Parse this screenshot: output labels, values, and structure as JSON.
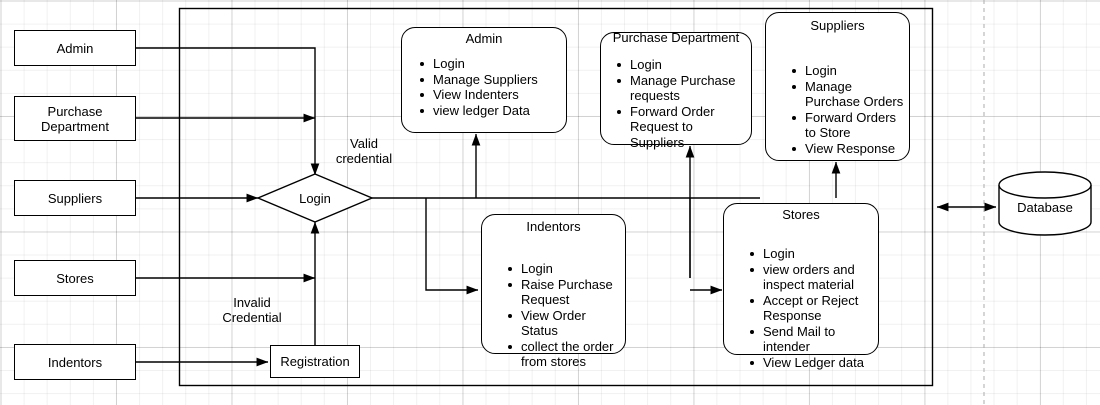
{
  "diagram": {
    "title": "Inventory / Purchase Management System Architecture",
    "type": "flowchart",
    "background": "#ffffff",
    "line_color": "#000000"
  },
  "actors": [
    {
      "id": "admin",
      "label": "Admin"
    },
    {
      "id": "purchase",
      "label": "Purchase\nDepartment"
    },
    {
      "id": "suppliers",
      "label": "Suppliers"
    },
    {
      "id": "stores",
      "label": "Stores"
    },
    {
      "id": "indentors",
      "label": "Indentors"
    }
  ],
  "actor_labels": {
    "admin": "Admin",
    "purchase_line1": "Purchase",
    "purchase_line2": "Department",
    "suppliers": "Suppliers",
    "stores": "Stores",
    "indentors": "Indentors"
  },
  "decision": {
    "label": "Login"
  },
  "edge_labels": {
    "valid_line1": "Valid",
    "valid_line2": "credential",
    "invalid_line1": "Invalid",
    "invalid_line2": "Credential"
  },
  "registration": {
    "label": "Registration"
  },
  "database": {
    "label": "Database"
  },
  "cards": [
    {
      "id": "admin-card",
      "title": "Admin",
      "items": [
        "Login",
        "Manage Suppliers",
        "View Indenters",
        "view ledger Data"
      ]
    },
    {
      "id": "purchase-card",
      "title": "Purchase Department",
      "items": [
        "Login",
        "Manage Purchase requests",
        "Forward Order Request to Suppliers"
      ]
    },
    {
      "id": "suppliers-card",
      "title": "Suppliers",
      "items": [
        "Login",
        "Manage Purchase Orders",
        "Forward Orders to Store",
        "View Response"
      ]
    },
    {
      "id": "indentors-card",
      "title": "Indentors",
      "items": [
        "Login",
        "Raise Purchase Request",
        "View Order Status",
        "collect the order from stores"
      ]
    },
    {
      "id": "stores-card",
      "title": "Stores",
      "items": [
        "Login",
        "view orders and inspect material",
        "Accept or Reject Response",
        "Send Mail to intender",
        "View Ledger data"
      ]
    }
  ]
}
